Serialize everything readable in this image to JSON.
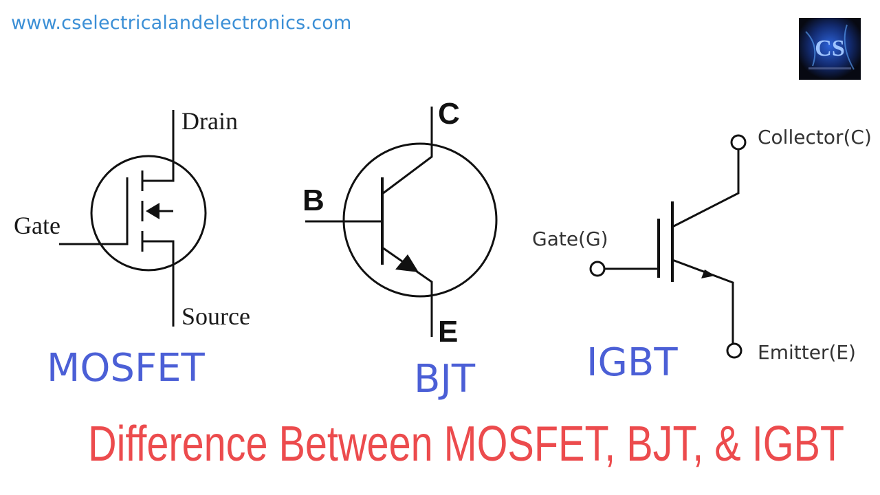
{
  "header": {
    "url": "www.cselectricalandelectronics.com",
    "logo_text": "CS"
  },
  "mosfet": {
    "name": "MOSFET",
    "drain_label": "Drain",
    "gate_label": "Gate",
    "source_label": "Source"
  },
  "bjt": {
    "name": "BJT",
    "collector_label": "C",
    "base_label": "B",
    "emitter_label": "E"
  },
  "igbt": {
    "name": "IGBT",
    "collector_label": "Collector(C)",
    "gate_label": "Gate(G)",
    "emitter_label": "Emitter(E)"
  },
  "headline": "Difference Between MOSFET, BJT, & IGBT",
  "colors": {
    "url": "#3b8fd6",
    "device_name": "#4b5fd6",
    "headline": "#ec4b4d",
    "symbol_stroke": "#111111"
  }
}
